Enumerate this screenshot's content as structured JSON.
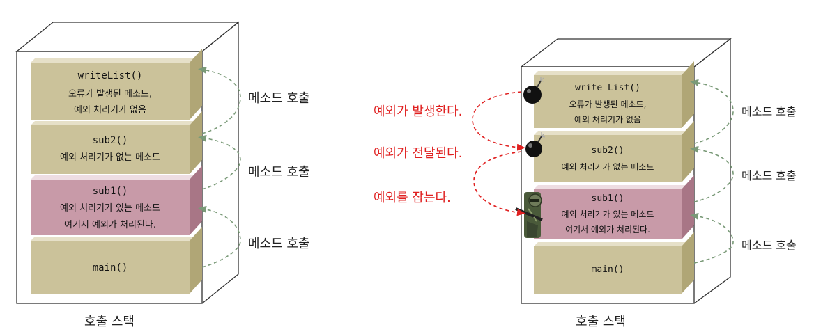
{
  "left": {
    "caption": "호출 스택",
    "frames": [
      {
        "name": "writeList()",
        "desc1": "오류가 발생된 메소드,",
        "desc2": "예외 처리기가 없음"
      },
      {
        "name": "sub2()",
        "desc1": "예외 처리기가 없는 메소드",
        "desc2": ""
      },
      {
        "name": "sub1()",
        "desc1": "예외 처리기가 있는 메소드",
        "desc2": "여기서 예외가 처리된다."
      },
      {
        "name": "main()",
        "desc1": "",
        "desc2": ""
      }
    ],
    "arrows": [
      "메소드 호출",
      "메소드 호출",
      "메소드 호출"
    ]
  },
  "right": {
    "caption": "호출 스택",
    "frames": [
      {
        "name": "write List()",
        "desc1": "오류가 발생된 메소드,",
        "desc2": "예외 처리기가 없음"
      },
      {
        "name": "sub2()",
        "desc1": "예외 처리기가 없는 메소드",
        "desc2": ""
      },
      {
        "name": "sub1()",
        "desc1": "예외 처리기가 있는 메소드",
        "desc2": "여기서 예외가 처리된다."
      },
      {
        "name": "main()",
        "desc1": "",
        "desc2": ""
      }
    ],
    "arrows": [
      "메소드 호출",
      "메소드 호출",
      "메소드 호출"
    ],
    "exception_labels": [
      "예외가 발생한다.",
      "예외가 전달된다.",
      "예외를 잡는다."
    ]
  },
  "colors": {
    "frame_plain": "#cbc29a",
    "frame_plain_side": "#b0a676",
    "frame_plain_top": "#e6e0c8",
    "frame_handler": "#c89aa8",
    "frame_handler_side": "#a87686",
    "frame_handler_top": "#eedde2",
    "call_arrow": "#7a9a78",
    "exception_arrow": "#e02020",
    "box_line": "#333333"
  },
  "icons": [
    "bomb-icon",
    "bomb-icon",
    "soldier-icon"
  ]
}
